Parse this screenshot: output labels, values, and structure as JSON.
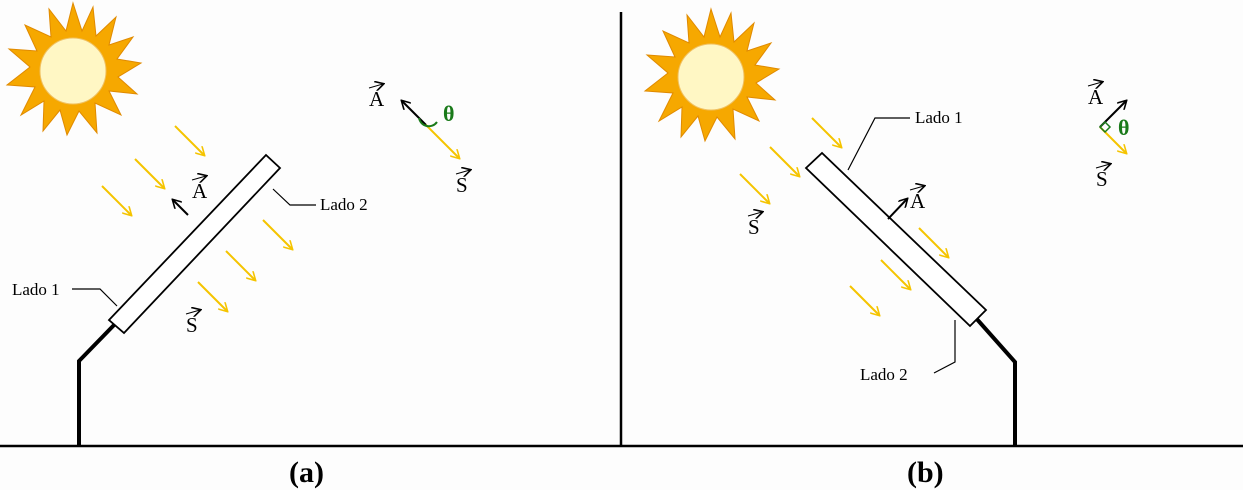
{
  "panel_a": {
    "caption": "(a)",
    "side1_label": "Lado 1",
    "side2_label": "Lado 2",
    "vector_A": "A",
    "vector_S": "S",
    "legend_A": "A",
    "legend_S": "S",
    "angle_symbol": "θ"
  },
  "panel_b": {
    "caption": "(b)",
    "side1_label": "Lado 1",
    "side2_label": "Lado 2",
    "vector_A": "A",
    "vector_S": "S",
    "legend_A": "A",
    "legend_S": "S",
    "angle_symbol": "θ"
  },
  "colors": {
    "sun_core": "#fff7c4",
    "sun_rays": "#f6a800",
    "sun_ray_stroke": "#e08a00",
    "light_arrow": "#f5c400",
    "angle_color": "#1a7a1a",
    "ink": "#000000"
  }
}
